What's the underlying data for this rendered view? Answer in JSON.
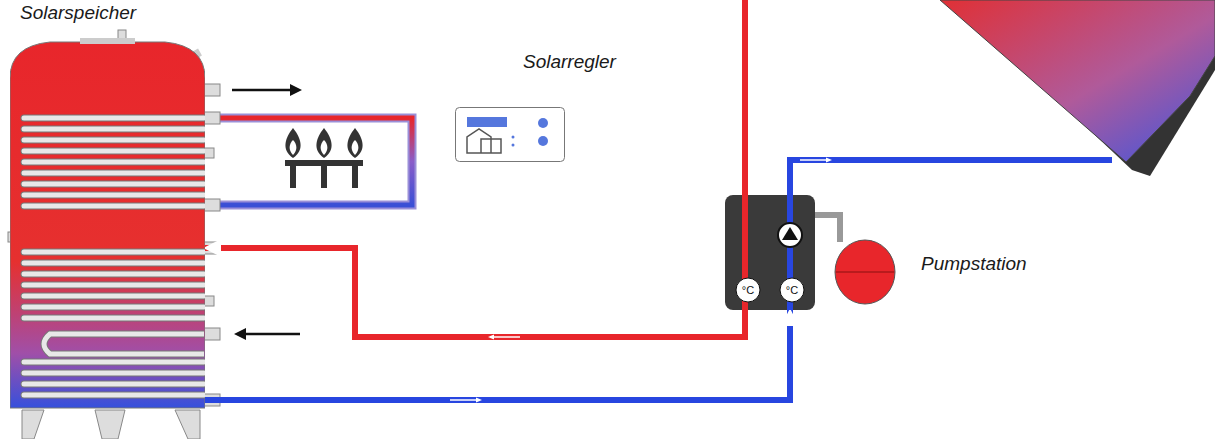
{
  "diagram": {
    "nodes": [
      {
        "text": [
          "Solarspeicher"
        ]
      },
      {
        "text": [
          "Solarregler"
        ]
      },
      {
        "text": [
          "°C",
          "°C",
          "Pumpstation"
        ]
      }
    ],
    "edges": [
      {
        "from": 2,
        "to": 0,
        "arrow": "to"
      },
      {
        "from": 0,
        "to": 2,
        "arrow": "to"
      }
    ]
  }
}
